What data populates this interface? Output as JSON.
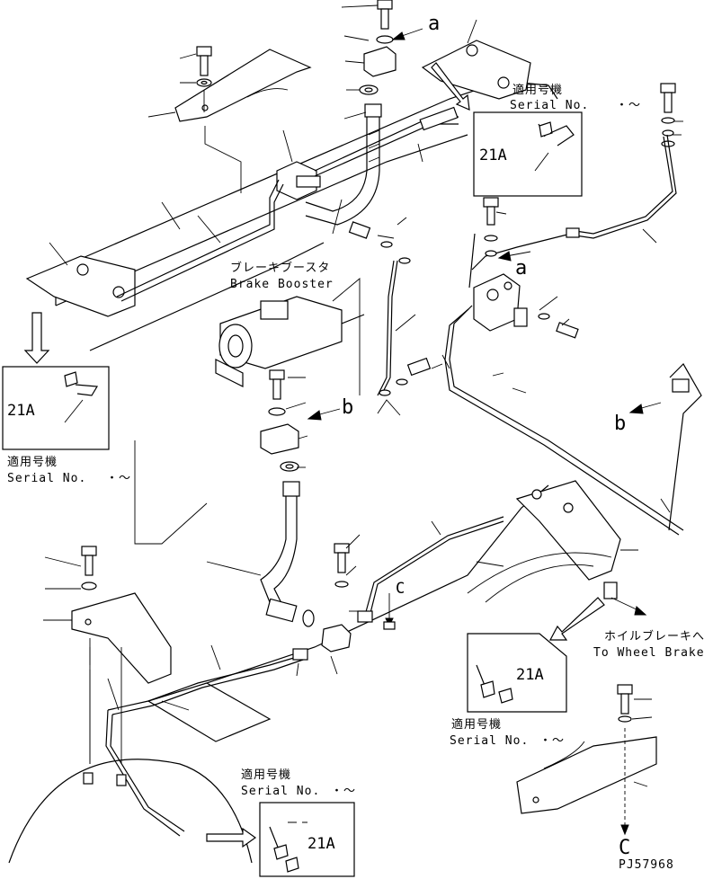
{
  "letters": {
    "a": "a",
    "b": "b",
    "c": "C"
  },
  "brake_booster": {
    "jp": "ブレーキブースタ",
    "en": "Brake Booster"
  },
  "wheel_brake": {
    "jp": "ホイルブレーキへ",
    "en": "To Wheel Brake"
  },
  "callouts": [
    {
      "part": "21A",
      "serial_jp": "適用号機",
      "serial_en": "Serial No.",
      "serial_suffix": "・～"
    },
    {
      "part": "21A",
      "serial_jp": "適用号機",
      "serial_en": "Serial No.",
      "serial_suffix": "・～"
    },
    {
      "part": "21A",
      "serial_jp": "適用号機",
      "serial_en": "Serial No.",
      "serial_suffix": "・～"
    },
    {
      "part": "21A",
      "serial_jp": "適用号機",
      "serial_en": "Serial No.",
      "serial_suffix": "・～"
    }
  ],
  "drawing_code": "PJ57968"
}
